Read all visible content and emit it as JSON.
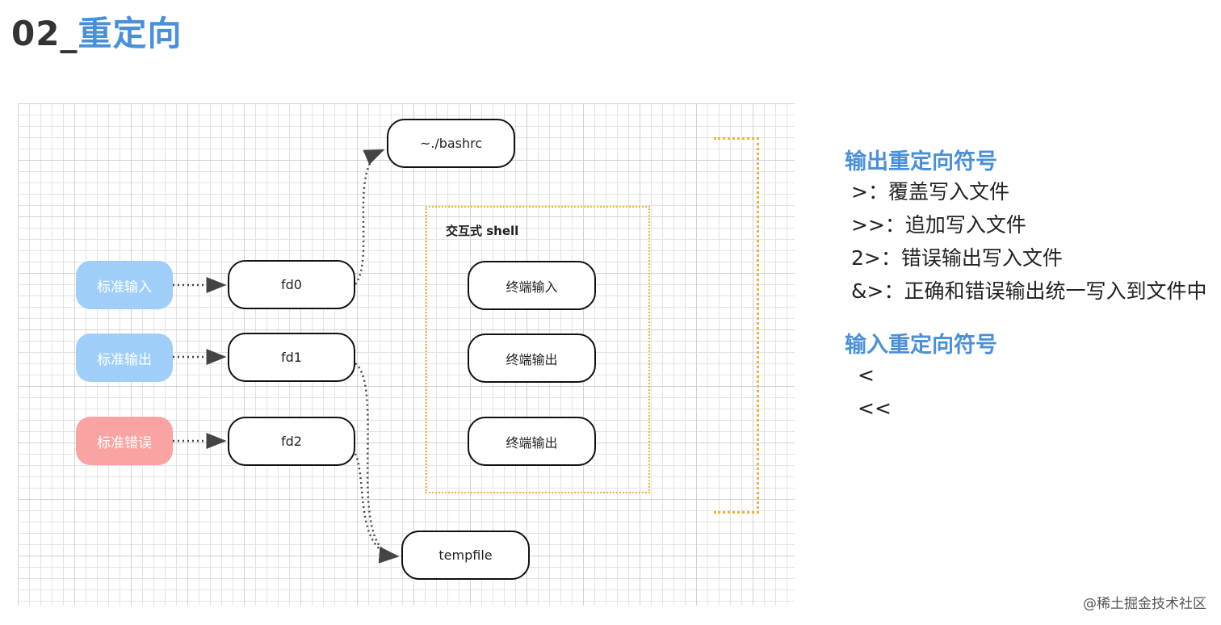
{
  "header": {
    "number": "02_",
    "title": "重定向"
  },
  "diagram": {
    "streams": {
      "stdin": "标准输入",
      "stdout": "标准输出",
      "stderr": "标准错误"
    },
    "fds": {
      "fd0": "fd0",
      "fd1": "fd1",
      "fd2": "fd2"
    },
    "bashrc": "~./bashrc",
    "tempfile": "tempfile",
    "shell_label": "交互式 shell",
    "terminals": {
      "input": "终端输入",
      "output1": "终端输出",
      "output2": "终端输出"
    }
  },
  "panel": {
    "output_title": "输出重定向符号",
    "output_items": [
      ">：覆盖写入文件",
      ">>：追加写入文件",
      "2>：错误输出写入文件",
      "&>：正确和错误输出统一写入到文件中"
    ],
    "input_title": "输入重定向符号",
    "input_items": [
      "<",
      "<<"
    ]
  },
  "footer": {
    "credit": "@稀土掘金技术社区"
  },
  "colors": {
    "accent": "#4a90d9",
    "stream_blue": "#9fcff9",
    "stream_red": "#f9a3a3",
    "dotted_orange": "#f2b233"
  }
}
